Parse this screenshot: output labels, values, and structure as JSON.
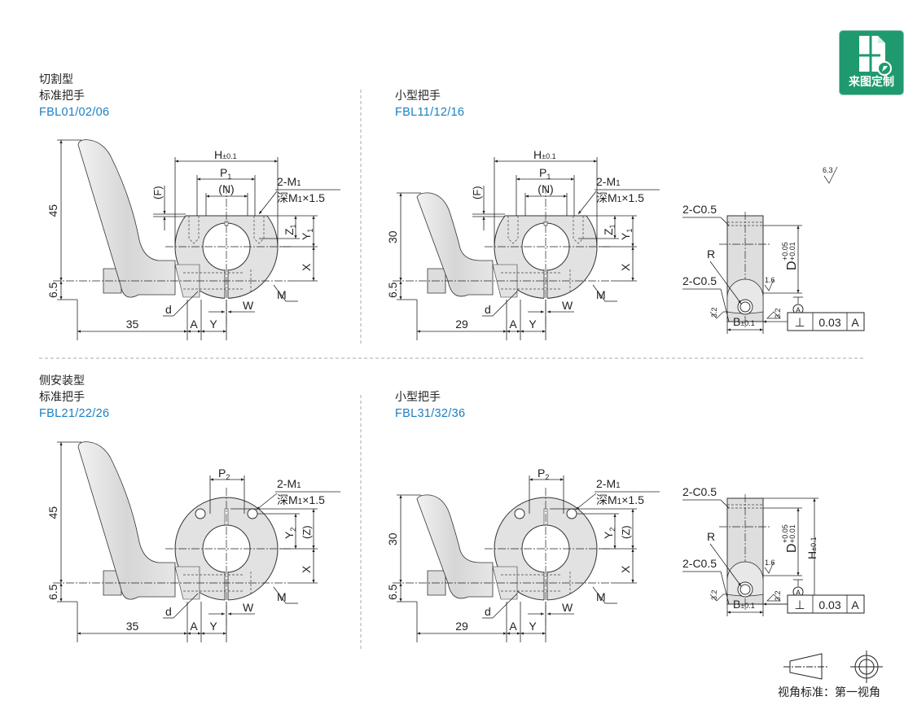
{
  "logo": {
    "label": "来图定制",
    "icon": "drawing-plus-icon",
    "color": "#1f9a6e"
  },
  "sections": [
    {
      "type": "切割型",
      "handle": "标准把手",
      "code": "FBL01/02/06",
      "dims": {
        "height": "45",
        "offset": "6.5",
        "length": "35"
      }
    },
    {
      "type": "",
      "handle": "小型把手",
      "code": "FBL11/12/16",
      "dims": {
        "height": "30",
        "offset": "6.5",
        "length": "29"
      }
    },
    {
      "type": "侧安装型",
      "handle": "标准把手",
      "code": "FBL21/22/26",
      "dims": {
        "height": "45",
        "offset": "6.5",
        "length": "35"
      }
    },
    {
      "type": "",
      "handle": "小型把手",
      "code": "FBL31/32/36",
      "dims": {
        "height": "30",
        "offset": "6.5",
        "length": "29"
      }
    }
  ],
  "labels": {
    "H": "H",
    "tol": "±0.1",
    "P": "P",
    "sub1": "1",
    "sub2": "2",
    "N": "(N)",
    "F": "(F)",
    "M1": "2-M",
    "depth": "深M",
    "depth_rest": "×1.5",
    "Z": "Z",
    "Zp": "(Z)",
    "Y": "Y",
    "X": "X",
    "M": "M",
    "W": "W",
    "d": "d",
    "A": "A"
  },
  "side_view": {
    "chamfer": "2-C0.5",
    "R": "R",
    "B": "B",
    "tol": "±0.1",
    "D": "D",
    "D_upper": "+0.05",
    "D_lower": "+0.01",
    "H": "H",
    "rough_general": "6.3",
    "rough_bore": "1.6",
    "rough_side": "3.2",
    "datum": "A",
    "tol_value": "0.03",
    "perp_symbol": "⊥"
  },
  "colors": {
    "code": "#1a7fc1",
    "D": "#a0207a",
    "fill": "#e0e0e0"
  },
  "projection": {
    "label": "视角标准：第一视角"
  }
}
